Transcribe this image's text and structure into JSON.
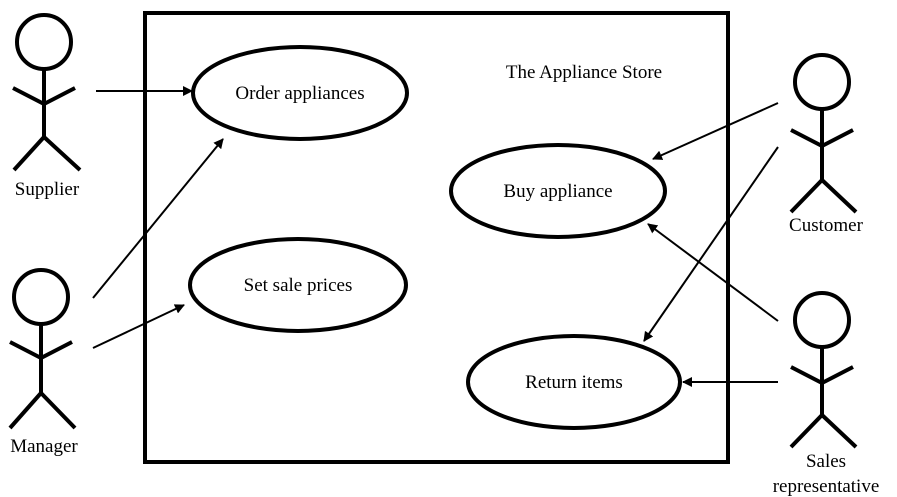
{
  "system": {
    "title": "The Appliance Store"
  },
  "use_cases": {
    "order_appliances": "Order appliances",
    "set_sale_prices": "Set sale prices",
    "buy_appliance": "Buy appliance",
    "return_items": "Return items"
  },
  "actors": {
    "supplier": "Supplier",
    "manager": "Manager",
    "customer": "Customer",
    "sales_rep_line1": "Sales",
    "sales_rep_line2": "representative"
  },
  "colors": {
    "stroke": "#000000",
    "background": "#ffffff"
  },
  "associations": [
    {
      "from": "Supplier",
      "to": "Order appliances"
    },
    {
      "from": "Manager",
      "to": "Order appliances"
    },
    {
      "from": "Manager",
      "to": "Set sale prices"
    },
    {
      "from": "Customer",
      "to": "Buy appliance"
    },
    {
      "from": "Customer",
      "to": "Return items"
    },
    {
      "from": "Sales representative",
      "to": "Buy appliance"
    },
    {
      "from": "Sales representative",
      "to": "Return items"
    }
  ]
}
